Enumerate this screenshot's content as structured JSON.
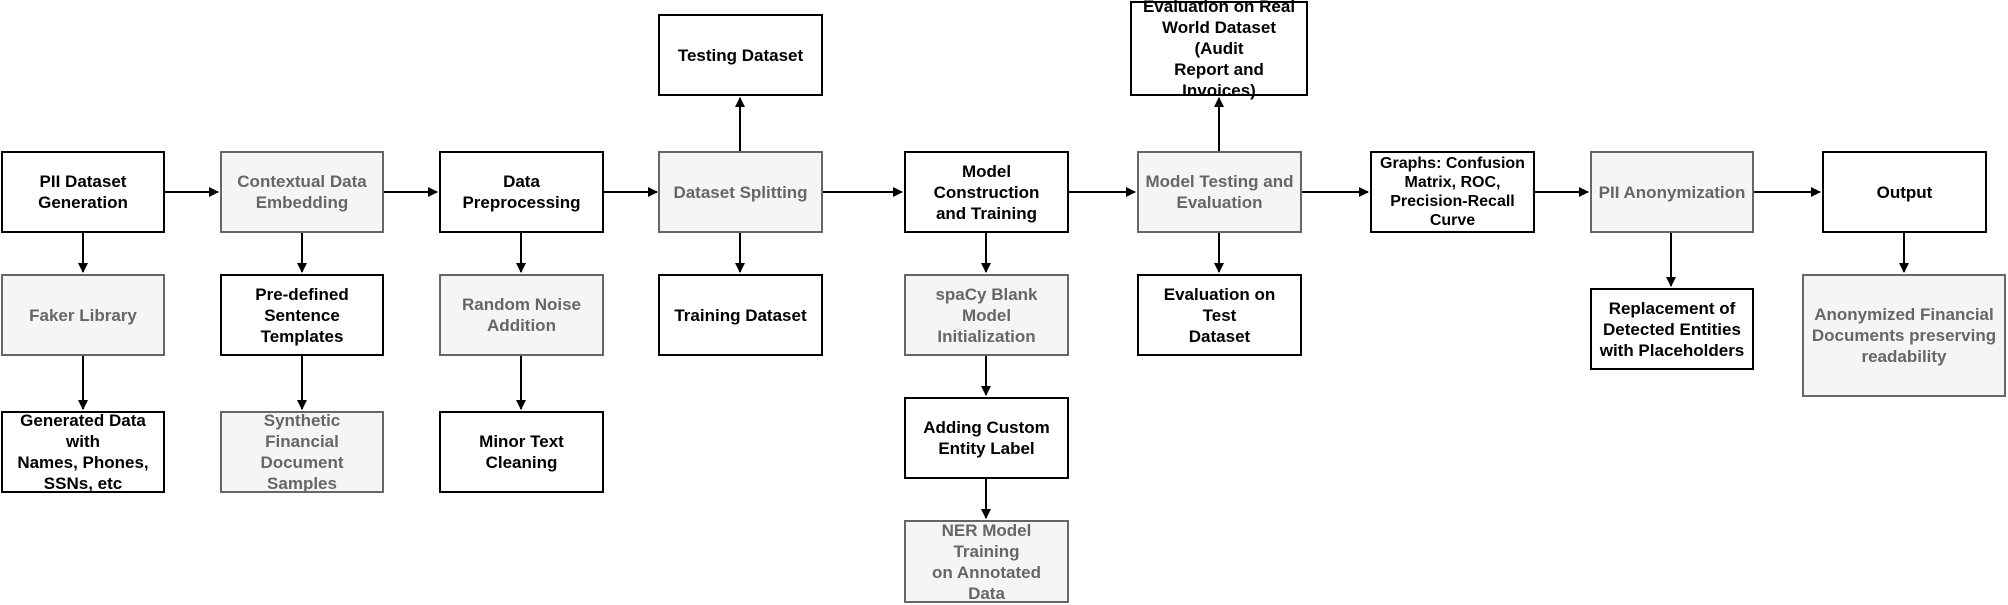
{
  "colors": {
    "box_border": "#000000",
    "gray_fill": "#f5f5f5",
    "gray_text": "#666666",
    "arrow": "#000000"
  },
  "boxes": {
    "pii_dataset_generation": "PII Dataset\nGeneration",
    "faker_library": "Faker Library",
    "generated_data": "Generated Data with\nNames, Phones,\nSSNs, etc",
    "contextual_data_embedding": "Contextual Data\nEmbedding",
    "predefined_templates": "Pre-defined\nSentence Templates",
    "synthetic_samples": "Synthetic Financial\nDocument Samples",
    "data_preprocessing": "Data Preprocessing",
    "random_noise": "Random Noise\nAddition",
    "minor_text_cleaning": "Minor Text Cleaning",
    "dataset_splitting": "Dataset Splitting",
    "testing_dataset": "Testing Dataset",
    "training_dataset": "Training Dataset",
    "model_construction": "Model Construction\nand Training",
    "spacy_blank_model": "spaCy Blank Model\nInitialization",
    "custom_entity_label": "Adding Custom\nEntity Label",
    "ner_model_training": "NER Model Training\non Annotated Data",
    "model_testing": "Model Testing and\nEvaluation",
    "eval_real_world": "Evaluation on Real\nWorld Dataset (Audit\nReport and Invoices)",
    "eval_test_dataset": "Evaluation on Test\nDataset",
    "graphs": "Graphs: Confusion\nMatrix, ROC,\nPrecision-Recall\nCurve",
    "pii_anonymization": "PII Anonymization",
    "replacement_entities": "Replacement of\nDetected Entities\nwith Placeholders",
    "output": "Output",
    "anonymized_docs": "Anonymized Financial\nDocuments preserving\nreadability"
  }
}
